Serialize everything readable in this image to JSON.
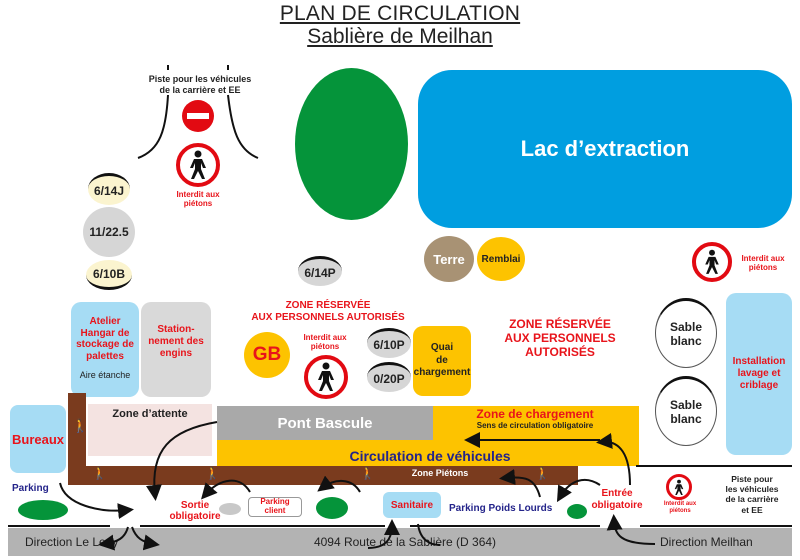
{
  "header": {
    "title": "PLAN DE CIRCULATION",
    "subtitle": "Sablière de Meilhan"
  },
  "colors": {
    "lake": "#009ee0",
    "green_area": "#05943a",
    "pedestrian_zone": "#7a3b1e",
    "vehicle_zone": "#fdc300",
    "pont_bascule": "#a9a9a9",
    "light_blue": "#a6dcf4",
    "road": "#b3b3b3",
    "red_text": "#e8141b",
    "navy_text": "#24248a",
    "terre": "#a89274",
    "waiting_zone": "#f4e3e1"
  },
  "top_track": {
    "label_line1": "Piste pour les véhicules",
    "label_line2": "de la carrière et EE",
    "no_entry_icon": "no-entry",
    "pedestrian_sign_icon": "no-pedestrians",
    "pedestrian_sign_label_1": "Interdit aux",
    "pedestrian_sign_label_2": "piétons"
  },
  "stockpiles_left": [
    {
      "label": "6/14J"
    },
    {
      "label": "11/22.5"
    },
    {
      "label": "6/10B"
    }
  ],
  "lake": {
    "label": "Lac d’extraction"
  },
  "terre": {
    "label": "Terre"
  },
  "remblai": {
    "label": "Remblai"
  },
  "right_sign": {
    "label_1": "Interdit aux",
    "label_2": "piétons"
  },
  "pile_6_14p": {
    "label": "6/14P"
  },
  "reserved_zone_center": {
    "line1": "ZONE  RÉSERVÉE",
    "line2": "AUX PERSONNELS AUTORISÉS"
  },
  "reserved_zone_right": {
    "line1": "ZONE  RÉSERVÉE",
    "line2": "AUX PERSONNELS",
    "line3": "AUTORISÉS"
  },
  "atelier": {
    "line1": "Atelier",
    "line2": "Hangar de",
    "line3": "stockage de",
    "line4": "palettes",
    "sub": "Aire étanche"
  },
  "stationnement": {
    "line1": "Station-",
    "line2": "nement des",
    "line3": "engins"
  },
  "gb": {
    "label": "GB"
  },
  "center_sign": {
    "label_1": "Interdit aux",
    "label_2": "piétons"
  },
  "pile_6_10p": {
    "label": "6/10P"
  },
  "pile_0_20p": {
    "label": "0/20P"
  },
  "quai": {
    "line1": "Quai",
    "line2": "de",
    "line3": "chargement"
  },
  "sable_blanc": [
    {
      "line1": "Sable",
      "line2": "blanc"
    },
    {
      "line1": "Sable",
      "line2": "blanc"
    }
  ],
  "installation": {
    "line1": "Installation",
    "line2": "lavage et",
    "line3": "criblage"
  },
  "bureaux": {
    "label": "Bureaux"
  },
  "zone_attente": {
    "label": "Zone d’attente"
  },
  "pont_bascule": {
    "label": "Pont Bascule"
  },
  "zone_chargement": {
    "label": "Zone de chargement",
    "sub": "Sens de circulation obligatoire"
  },
  "circulation": {
    "label": "Circulation de véhicules"
  },
  "zone_pietons": {
    "label": "Zone Piétons"
  },
  "parking": {
    "label": "Parking"
  },
  "sortie": {
    "line1": "Sortie",
    "line2": "obligatoire"
  },
  "parking_client": {
    "line1": "Parking",
    "line2": "client"
  },
  "sanitaire": {
    "label": "Sanitaire"
  },
  "parking_poids_lourds": {
    "label": "Parking Poids Lourds"
  },
  "entree": {
    "line1": "Entrée",
    "line2": "obligatoire"
  },
  "bottom_sign": {
    "label_1": "Interdit aux",
    "label_2": "piétons"
  },
  "bottom_track": {
    "line1": "Piste pour",
    "line2": "les véhicules",
    "line3": "de la carrière",
    "line4": "et EE"
  },
  "road": {
    "left": "Direction Le Leuy",
    "center": "4094 Route de la Sablière (D 364)",
    "right": "Direction Meilhan"
  }
}
